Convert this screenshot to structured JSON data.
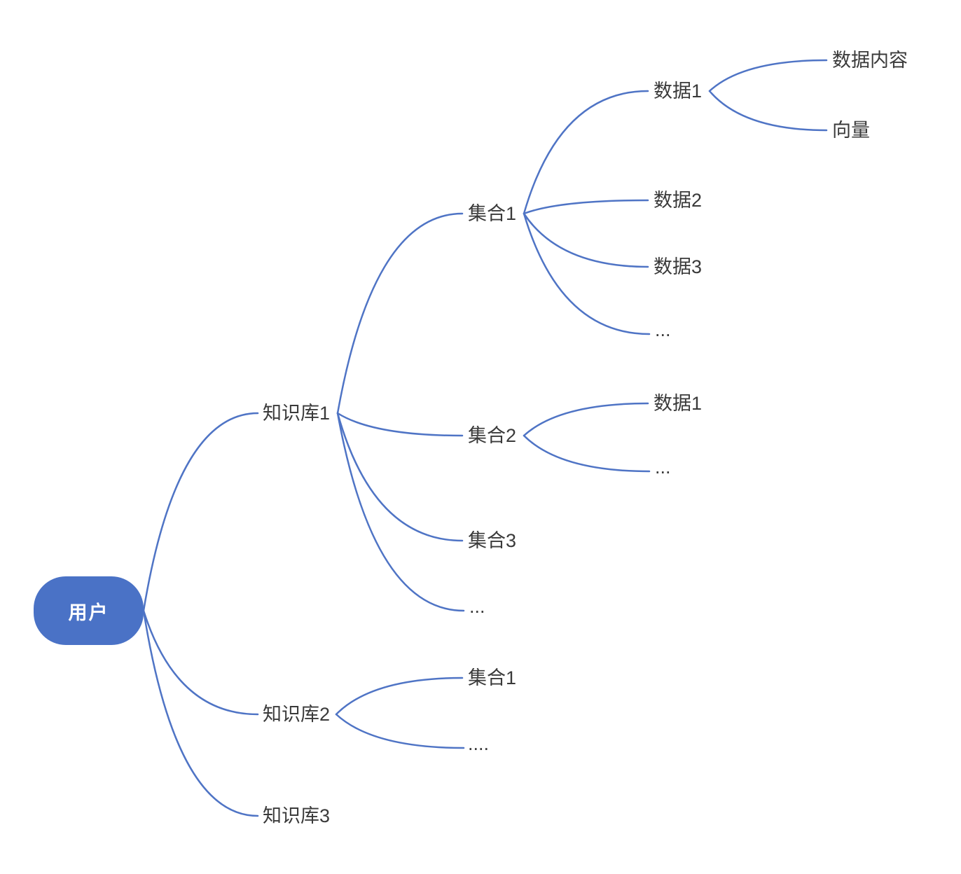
{
  "colors": {
    "line": "#4f74c5",
    "root_fill": "#4a72c6",
    "root_text": "#ffffff",
    "label_text": "#3a3a3a"
  },
  "tree": {
    "label": "用户",
    "children": [
      {
        "label": "知识库1",
        "children": [
          {
            "label": "集合1",
            "children": [
              {
                "label": "数据1",
                "children": [
                  {
                    "label": "数据内容"
                  },
                  {
                    "label": "向量"
                  }
                ]
              },
              {
                "label": "数据2"
              },
              {
                "label": "数据3"
              },
              {
                "label": "..."
              }
            ]
          },
          {
            "label": "集合2",
            "children": [
              {
                "label": "数据1"
              },
              {
                "label": "..."
              }
            ]
          },
          {
            "label": "集合3"
          },
          {
            "label": "..."
          }
        ]
      },
      {
        "label": "知识库2",
        "children": [
          {
            "label": "集合1"
          },
          {
            "label": "...."
          }
        ]
      },
      {
        "label": "知识库3"
      }
    ]
  }
}
